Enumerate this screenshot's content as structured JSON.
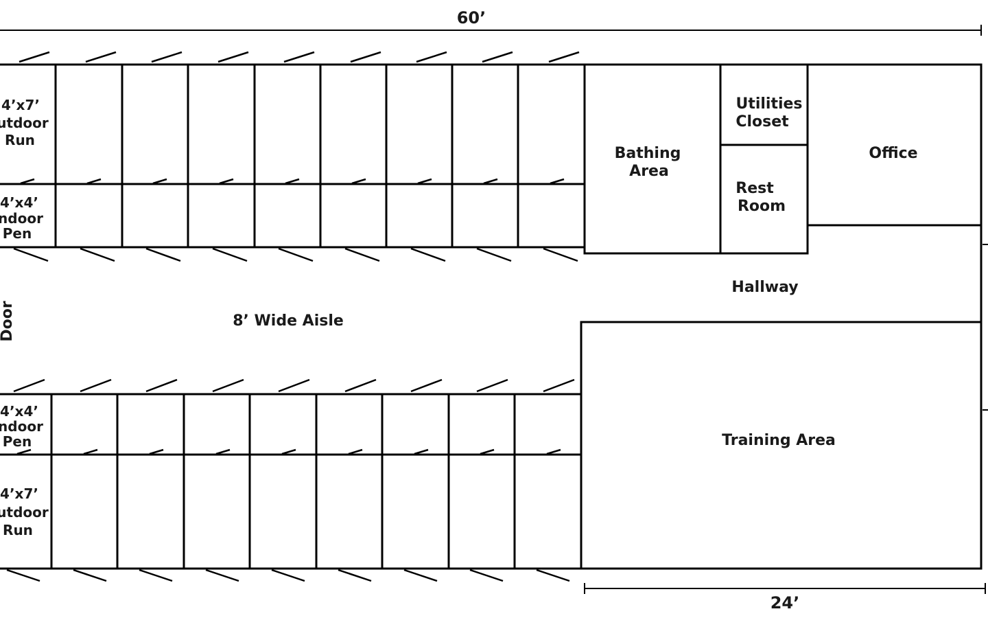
{
  "dimensions": {
    "overall_length": "60’",
    "end_width": "24’"
  },
  "kennels": {
    "top_row": {
      "outdoor_run_label": [
        "4’x7’",
        "utdoor",
        "Run"
      ],
      "indoor_pen_label": [
        "4’x4’",
        "ndoor",
        "Pen"
      ]
    },
    "bottom_row": {
      "indoor_pen_label": [
        "4’x4’",
        "ndoor",
        "Pen"
      ],
      "outdoor_run_label": [
        "4’x7’",
        "utdoor",
        "Run"
      ]
    }
  },
  "aisle_label": "8’ Wide Aisle",
  "door_label": "Door",
  "rooms": {
    "bathing_area": [
      "Bathing",
      "Area"
    ],
    "utilities_closet": [
      "Utilities",
      "Closet"
    ],
    "rest_room": [
      "Rest",
      "Room"
    ],
    "office": "Office",
    "hallway": "Hallway",
    "training_area": "Training Area"
  }
}
